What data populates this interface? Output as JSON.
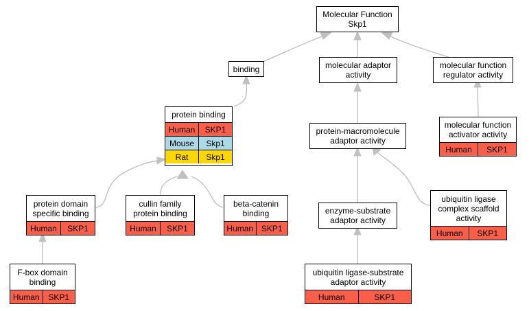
{
  "colors": {
    "human": "#FA5F49",
    "mouse": "#ADD8E6",
    "rat": "#FFD700",
    "edge": "#C0C0C0",
    "border": "#000000"
  },
  "nodes": {
    "molecular_function": {
      "line1": "Molecular Function",
      "line2": "Skp1"
    },
    "binding": {
      "line1": "binding"
    },
    "molecular_adaptor_activity": {
      "line1": "molecular adaptor",
      "line2": "activity"
    },
    "molecular_function_regulator_activity": {
      "line1": "molecular function",
      "line2": "regulator activity"
    },
    "protein_binding": {
      "line1": "protein binding",
      "rows": [
        {
          "species": "Human",
          "gene": "SKP1"
        },
        {
          "species": "Mouse",
          "gene": "Skp1"
        },
        {
          "species": "Rat",
          "gene": "Skp1"
        }
      ]
    },
    "protein_macromolecule_adaptor_activity": {
      "line1": "protein-macromolecule",
      "line2": "adaptor activity"
    },
    "molecular_function_activator_activity": {
      "line1": "molecular function",
      "line2": "activator activity",
      "rows": [
        {
          "species": "Human",
          "gene": "SKP1"
        }
      ]
    },
    "protein_domain_specific_binding": {
      "line1": "protein domain",
      "line2": "specific binding",
      "rows": [
        {
          "species": "Human",
          "gene": "SKP1"
        }
      ]
    },
    "cullin_family_protein_binding": {
      "line1": "cullin family",
      "line2": "protein binding",
      "rows": [
        {
          "species": "Human",
          "gene": "SKP1"
        }
      ]
    },
    "beta_catenin_binding": {
      "line1": "beta-catenin",
      "line2": "binding",
      "rows": [
        {
          "species": "Human",
          "gene": "SKP1"
        }
      ]
    },
    "enzyme_substrate_adaptor_activity": {
      "line1": "enzyme-substrate",
      "line2": "adaptor activity"
    },
    "ubiquitin_ligase_complex_scaffold_activity": {
      "line1": "ubiquitin ligase",
      "line2": "complex scaffold",
      "line3": "activity",
      "rows": [
        {
          "species": "Human",
          "gene": "SKP1"
        }
      ]
    },
    "fbox_domain_binding": {
      "line1": "F-box domain",
      "line2": "binding",
      "rows": [
        {
          "species": "Human",
          "gene": "SKP1"
        }
      ]
    },
    "ubiquitin_ligase_substrate_adaptor_activity": {
      "line1": "ubiquitin ligase-substrate",
      "line2": "adaptor activity",
      "rows": [
        {
          "species": "Human",
          "gene": "SKP1"
        }
      ]
    }
  }
}
